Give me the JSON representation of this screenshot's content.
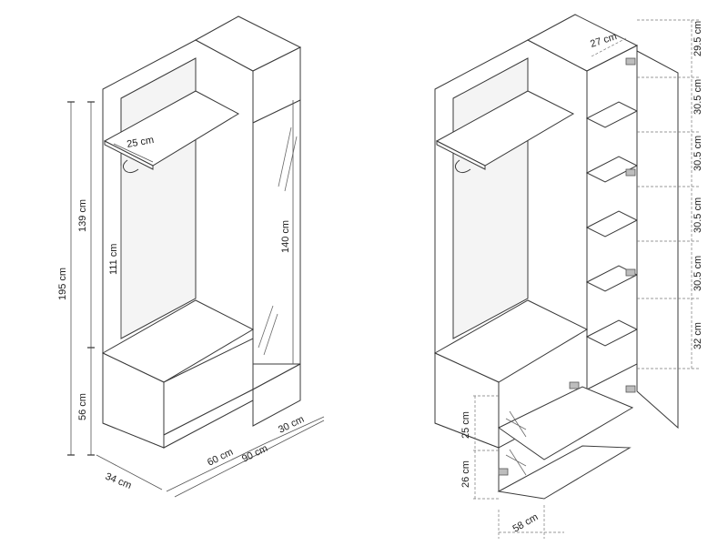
{
  "left_view": {
    "dimensions": {
      "shelf_depth": "25 cm",
      "total_height": "195 cm",
      "upper_height": "139 cm",
      "bench_height": "56 cm",
      "hanging_height": "111 cm",
      "mirror_height": "140 cm",
      "depth": "34 cm",
      "bench_width": "60 cm",
      "total_width": "90 cm",
      "column_width": "30 cm"
    }
  },
  "right_view": {
    "dimensions": {
      "inner_width": "27 cm",
      "top_section": "29.5 cm",
      "shelf_1": "30.5 cm",
      "shelf_2": "30.5 cm",
      "shelf_3": "30.5 cm",
      "shelf_4": "30.5 cm",
      "bottom_section": "32 cm",
      "drawer_upper": "25 cm",
      "drawer_lower": "26 cm",
      "drawer_width": "58 cm"
    }
  }
}
